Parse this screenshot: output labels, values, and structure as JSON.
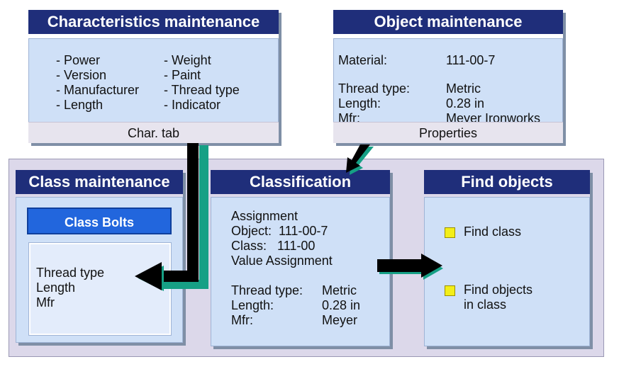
{
  "characteristics": {
    "title": "Characteristics maintenance",
    "left_items": [
      "- Power",
      "- Version",
      "- Manufacturer",
      "- Length"
    ],
    "right_items": [
      "- Weight",
      "- Paint",
      "- Thread type",
      "- Indicator"
    ],
    "footer": "Char. tab"
  },
  "object": {
    "title": "Object maintenance",
    "rows": [
      {
        "label": "Material:",
        "value": "111-00-7"
      },
      {
        "label": "Thread type:",
        "value": "Metric"
      },
      {
        "label": "Length:",
        "value": "0.28 in"
      },
      {
        "label": "Mfr:",
        "value": "Meyer Ironworks"
      }
    ],
    "footer": "Properties"
  },
  "class_maint": {
    "title": "Class maintenance",
    "class_button": "Class Bolts",
    "items": [
      "Thread type",
      "Length",
      "Mfr"
    ]
  },
  "classification": {
    "title": "Classification",
    "lines": [
      "Assignment",
      "Object:  111-00-7",
      "Class:   111-00",
      "Value Assignment"
    ],
    "rows": [
      {
        "label": "Thread type:",
        "value": "Metric"
      },
      {
        "label": "Length:",
        "value": "0.28 in"
      },
      {
        "label": "Mfr:",
        "value": "Meyer"
      }
    ]
  },
  "find": {
    "title": "Find objects",
    "items": [
      "Find class",
      "Find objects\nin class"
    ]
  },
  "colors": {
    "title_bg": "#1f2e7a",
    "panel_bg": "#cfe0f7",
    "container_bg": "#dcd8ea",
    "bullet": "#f3ee18",
    "arrow": "#000000",
    "arrow_outline": "#16a085"
  }
}
